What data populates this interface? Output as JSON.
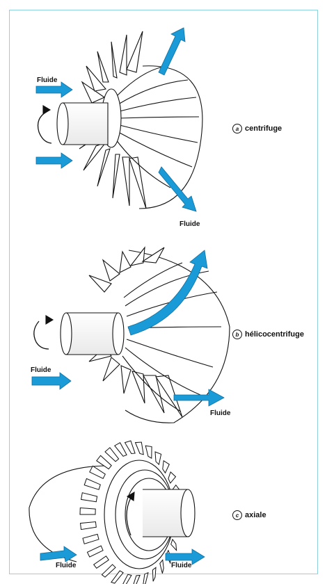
{
  "panels": [
    {
      "letter": "a",
      "caption": "centrifuge"
    },
    {
      "letter": "b",
      "caption": "hélicocentrifuge"
    },
    {
      "letter": "c",
      "caption": "axiale"
    }
  ],
  "flow_label": "Fluide",
  "colors": {
    "arrow": "#1a9ad6",
    "arrow_dark": "#0f6fa1",
    "frame": "#8fd3e0",
    "ink": "#111111"
  }
}
